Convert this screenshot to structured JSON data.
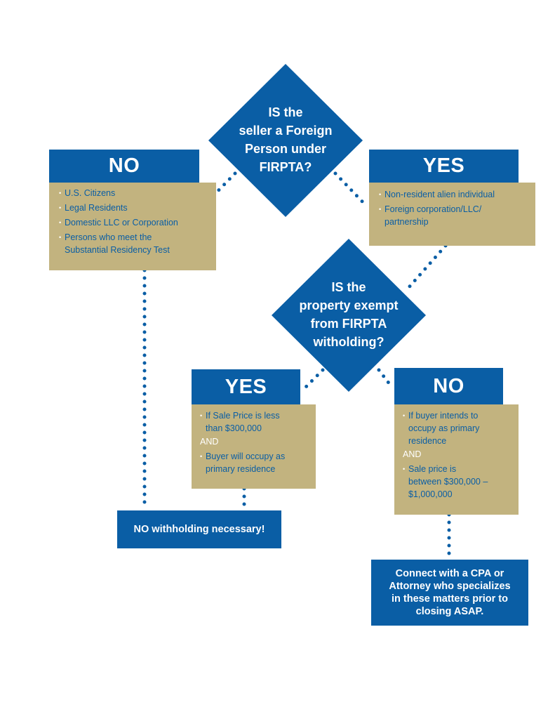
{
  "colors": {
    "blue": "#0a5ea5",
    "tan": "#c2b37f",
    "white": "#ffffff"
  },
  "question1": {
    "lines": [
      "IS the",
      "seller a Foreign",
      "Person under",
      "FIRPTA?"
    ]
  },
  "no1": {
    "heading": "NO",
    "items": [
      "U.S. Citizens",
      "Legal Residents",
      "Domestic LLC or Corporation",
      "Persons who meet the",
      "Substantial Residency Test"
    ]
  },
  "yes1": {
    "heading": "YES",
    "items": [
      "Non-resident alien individual",
      "Foreign corporation/LLC/",
      "partnership"
    ]
  },
  "question2": {
    "lines": [
      "IS the",
      "property exempt",
      "from FIRPTA",
      "witholding?"
    ]
  },
  "yes2": {
    "heading": "YES",
    "item1": [
      "If Sale Price is less",
      "than $300,000"
    ],
    "and": "AND",
    "item2": [
      "Buyer will occupy as",
      "primary residence"
    ]
  },
  "no2": {
    "heading": "NO",
    "item1": [
      "If buyer intends to",
      "occupy as primary",
      "residence"
    ],
    "and": "AND",
    "item2": [
      "Sale price is",
      "between $300,000 –",
      "$1,000,000"
    ]
  },
  "result_no_withholding": "NO withholding necessary!",
  "result_connect": [
    "Connect with a CPA or",
    "Attorney who specializes",
    "in these matters prior to",
    "closing ASAP."
  ]
}
